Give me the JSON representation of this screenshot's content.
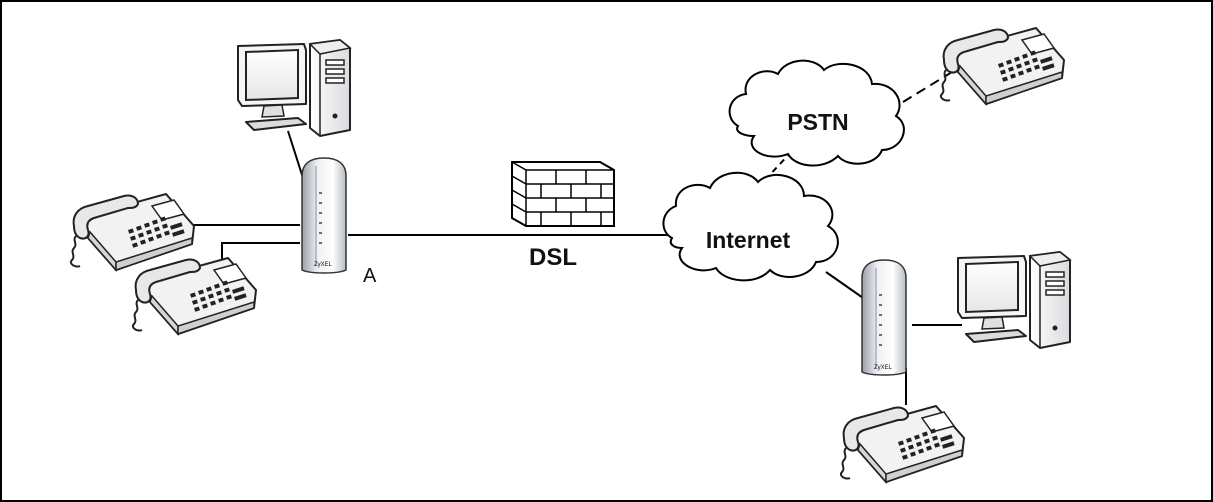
{
  "labels": {
    "router_a": "A",
    "dsl": "DSL",
    "internet": "Internet",
    "pstn": "PSTN",
    "router_brand": "ZyXEL"
  },
  "icons": [
    "computer-icon",
    "phone-icon",
    "router-icon",
    "firewall-icon",
    "cloud-icon"
  ]
}
